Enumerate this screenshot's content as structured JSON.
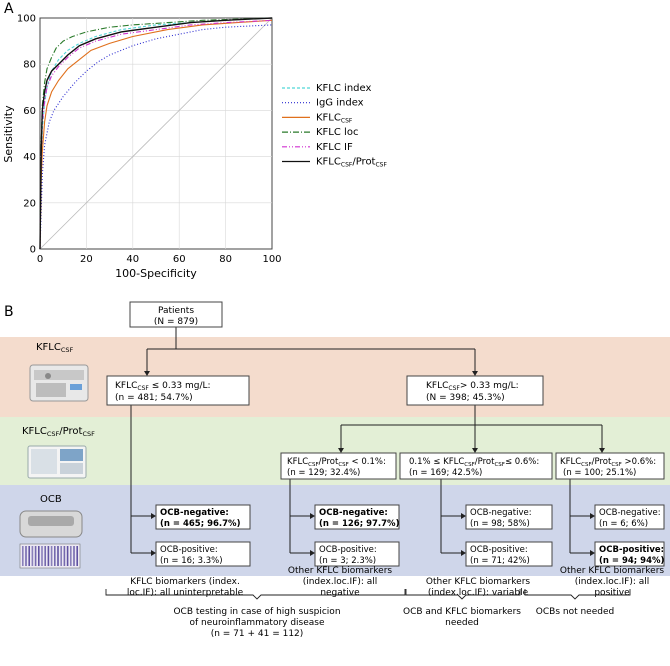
{
  "panel_a": {
    "label": "A",
    "chart_data": {
      "type": "line",
      "xlabel": "100-Specificity",
      "ylabel": "Sensitivity",
      "xlim": [
        0,
        100
      ],
      "ylim": [
        0,
        100
      ],
      "xticks": [
        "0",
        "20",
        "40",
        "60",
        "80",
        "100"
      ],
      "yticks": [
        "0",
        "20",
        "40",
        "60",
        "80",
        "100"
      ],
      "grid": true,
      "legend_position": "right",
      "reference_line": true,
      "series": [
        {
          "name": "KFLC index",
          "color": "#4fd6d6",
          "dash": "3,2",
          "x": [
            0,
            0.5,
            1,
            2,
            3,
            5,
            8,
            12,
            17,
            24,
            35,
            50,
            65,
            80,
            100
          ],
          "y": [
            0,
            35,
            52,
            63,
            70,
            77,
            82,
            86,
            89,
            92,
            95,
            97,
            98,
            99,
            100
          ]
        },
        {
          "name": "IgG index",
          "color": "#2a2ad0",
          "dash": "1,2",
          "x": [
            0,
            1,
            2,
            4,
            6,
            10,
            15,
            20,
            25,
            30,
            40,
            50,
            60,
            70,
            80,
            100
          ],
          "y": [
            0,
            32,
            45,
            55,
            60,
            66,
            72,
            77,
            81,
            84,
            88,
            91,
            93,
            95,
            96,
            97
          ]
        },
        {
          "name": "KFLC",
          "sub": "CSF",
          "color": "#e0701c",
          "dash": "",
          "x": [
            0,
            0.5,
            1,
            2,
            3,
            5,
            8,
            12,
            17,
            22,
            30,
            40,
            55,
            70,
            85,
            100
          ],
          "y": [
            0,
            30,
            42,
            55,
            62,
            68,
            73,
            78,
            82,
            86,
            89,
            92,
            95,
            97,
            98,
            99
          ]
        },
        {
          "name": "KFLC loc",
          "color": "#2a7a2a",
          "dash": "6,2,1,2",
          "x": [
            0,
            0.5,
            1,
            2,
            3,
            5,
            7,
            10,
            14,
            20,
            30,
            40,
            55,
            70,
            85,
            100
          ],
          "y": [
            0,
            45,
            62,
            72,
            78,
            83,
            87,
            90,
            92,
            94,
            96,
            97,
            98,
            99,
            99.5,
            100
          ]
        },
        {
          "name": "KFLC IF",
          "color": "#d030d0",
          "dash": "5,2,1,2,1,2",
          "x": [
            0,
            0.5,
            1,
            2,
            3,
            5,
            8,
            12,
            17,
            24,
            35,
            50,
            65,
            80,
            100
          ],
          "y": [
            0,
            40,
            55,
            64,
            70,
            75,
            79,
            83,
            87,
            90,
            93,
            95,
            97,
            98,
            99
          ]
        },
        {
          "name": "KFLC",
          "sub": "CSF",
          "name2": "/Prot",
          "sub2": "CSF",
          "color": "#111111",
          "dash": "",
          "x": [
            0,
            0.5,
            1,
            2,
            3,
            5,
            8,
            12,
            17,
            24,
            35,
            50,
            65,
            80,
            100
          ],
          "y": [
            0,
            42,
            60,
            68,
            73,
            77,
            80,
            84,
            88,
            91,
            94,
            96,
            98,
            99,
            100
          ]
        }
      ]
    }
  },
  "panel_b": {
    "label": "B",
    "bands": [
      {
        "label": "KFLC",
        "sub": "CSF",
        "color": "#f4dccd"
      },
      {
        "label": "KFLC",
        "sub": "CSF",
        "label2": "/Prot",
        "sub2": "CSF",
        "color": "#e3efd6"
      },
      {
        "label": "OCB",
        "color": "#cfd6ea"
      }
    ],
    "patients": {
      "title": "Patients",
      "n": "(N = 879)"
    },
    "level1": [
      {
        "a": "KFLC",
        "sub": "CSF",
        "b": " ≤ 0.33 mg/L:",
        "n": "(n = 481; 54.7%)"
      },
      {
        "a": "KFLC",
        "sub": "CSF",
        "b": "> 0.33 mg/L:",
        "n": "(N = 398; 45.3%)"
      }
    ],
    "level2": [
      {
        "a": "KFLC",
        "sub": "CSF",
        "b": "/Prot",
        "sub2": "CSF",
        "c": " < 0.1%:",
        "n": "(n = 129; 32.4%)"
      },
      {
        "a": "0.1% ≤ KFLC",
        "sub": "CSF",
        "b": "/Prot",
        "sub2": "CSF",
        "c": "≤ 0.6%:",
        "n": "(n = 169; 42.5%)"
      },
      {
        "a": "KFLC",
        "sub": "CSF",
        "b": "/Prot",
        "sub2": "CSF",
        "c": " >0.6%:",
        "n": "(n = 100; 25.1%)"
      }
    ],
    "ocb": [
      {
        "line1": "OCB-negative:",
        "line2": "(n = 465; 96.7%)",
        "bold": true
      },
      {
        "line1": "OCB-positive:",
        "line2": "(n = 16; 3.3%)",
        "bold": false
      },
      {
        "line1": "OCB-negative:",
        "line2": "(n = 126; 97.7%)",
        "bold": true
      },
      {
        "line1": "OCB-positive:",
        "line2": "(n = 3; 2.3%)",
        "bold": false
      },
      {
        "line1": "OCB-negative:",
        "line2": "(n = 98; 58%)",
        "bold": false
      },
      {
        "line1": "OCB-positive:",
        "line2": "(n = 71; 42%)",
        "bold": false
      },
      {
        "line1": "OCB-negative:",
        "line2": "(n = 6; 6%)",
        "bold": false
      },
      {
        "line1": "OCB-positive:",
        "line2": "(n = 94; 94%)",
        "bold": true
      }
    ],
    "notes": [
      {
        "lines": [
          "KFLC biomarkers (index.",
          "loc.IF): all uninterpretable"
        ]
      },
      {
        "lines": [
          "Other KFLC biomarkers",
          "(index.loc.IF): all",
          "negative"
        ]
      },
      {
        "lines": [
          "Other KFLC biomarkers",
          "(index.loc.IF): variable"
        ]
      },
      {
        "lines": [
          "Other KFLC biomarkers",
          "(index.loc.IF): all",
          "positive"
        ]
      }
    ],
    "conclusions": [
      {
        "lines": [
          "OCB testing in case of high suspicion",
          "of neuroinflammatory disease",
          "(n = 71 + 41 = 112)"
        ]
      },
      {
        "lines": [
          "OCB and KFLC biomarkers",
          "needed"
        ]
      },
      {
        "lines": [
          "OCBs not needed"
        ]
      }
    ]
  }
}
